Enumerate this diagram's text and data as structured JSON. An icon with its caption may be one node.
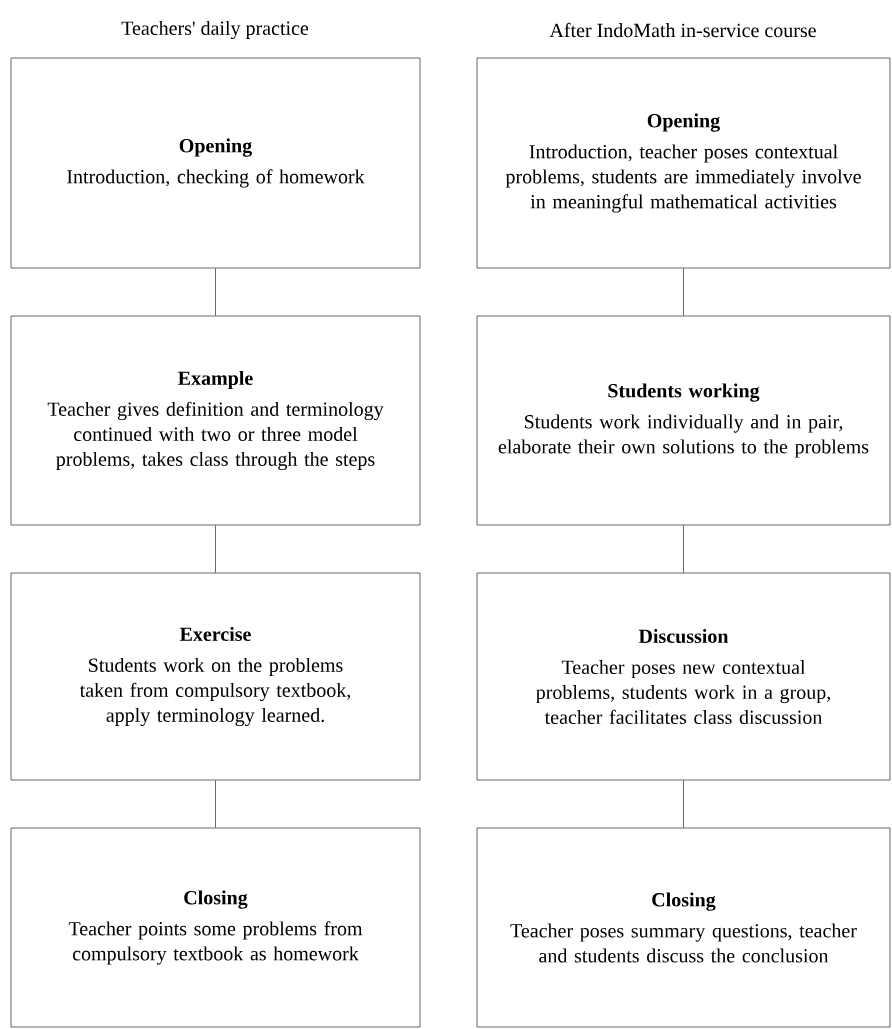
{
  "diagram": {
    "nodes": [
      {
        "text": [
          "Opening",
          "Introduction, checking of homework"
        ]
      },
      {
        "text": [
          "Example",
          "Teacher gives definition and terminology continued with two or three model problems, takes class through the steps"
        ]
      },
      {
        "text": [
          "Exercise",
          "Students work on the problems taken from compulsory textbook, apply terminology learned."
        ]
      },
      {
        "text": [
          "Closing",
          "Teacher points some problems from compulsory textbook as homework"
        ]
      },
      {
        "text": [
          "Opening",
          "Introduction, teacher poses contextual problems, students are immediately involve in meaningful mathematical activities"
        ]
      },
      {
        "text": [
          "Students working",
          "Students work individually and in pair, elaborate their own solutions to the problems"
        ]
      },
      {
        "text": [
          "Discussion",
          "Teacher poses new contextual problems, students work in a group, teacher facilitates class discussion"
        ]
      },
      {
        "text": [
          "Closing",
          "Teacher poses summary questions, teacher and students discuss the conclusion"
        ]
      }
    ],
    "edges": [
      {
        "from": 0,
        "to": 1,
        "arrow": "none"
      },
      {
        "from": 1,
        "to": 2,
        "arrow": "none"
      },
      {
        "from": 2,
        "to": 3,
        "arrow": "none"
      },
      {
        "from": 4,
        "to": 5,
        "arrow": "none"
      },
      {
        "from": 5,
        "to": 6,
        "arrow": "none"
      },
      {
        "from": 6,
        "to": 7,
        "arrow": "none"
      }
    ],
    "labels": [
      "Teachers' daily practice",
      "After IndoMath in-service course"
    ]
  }
}
